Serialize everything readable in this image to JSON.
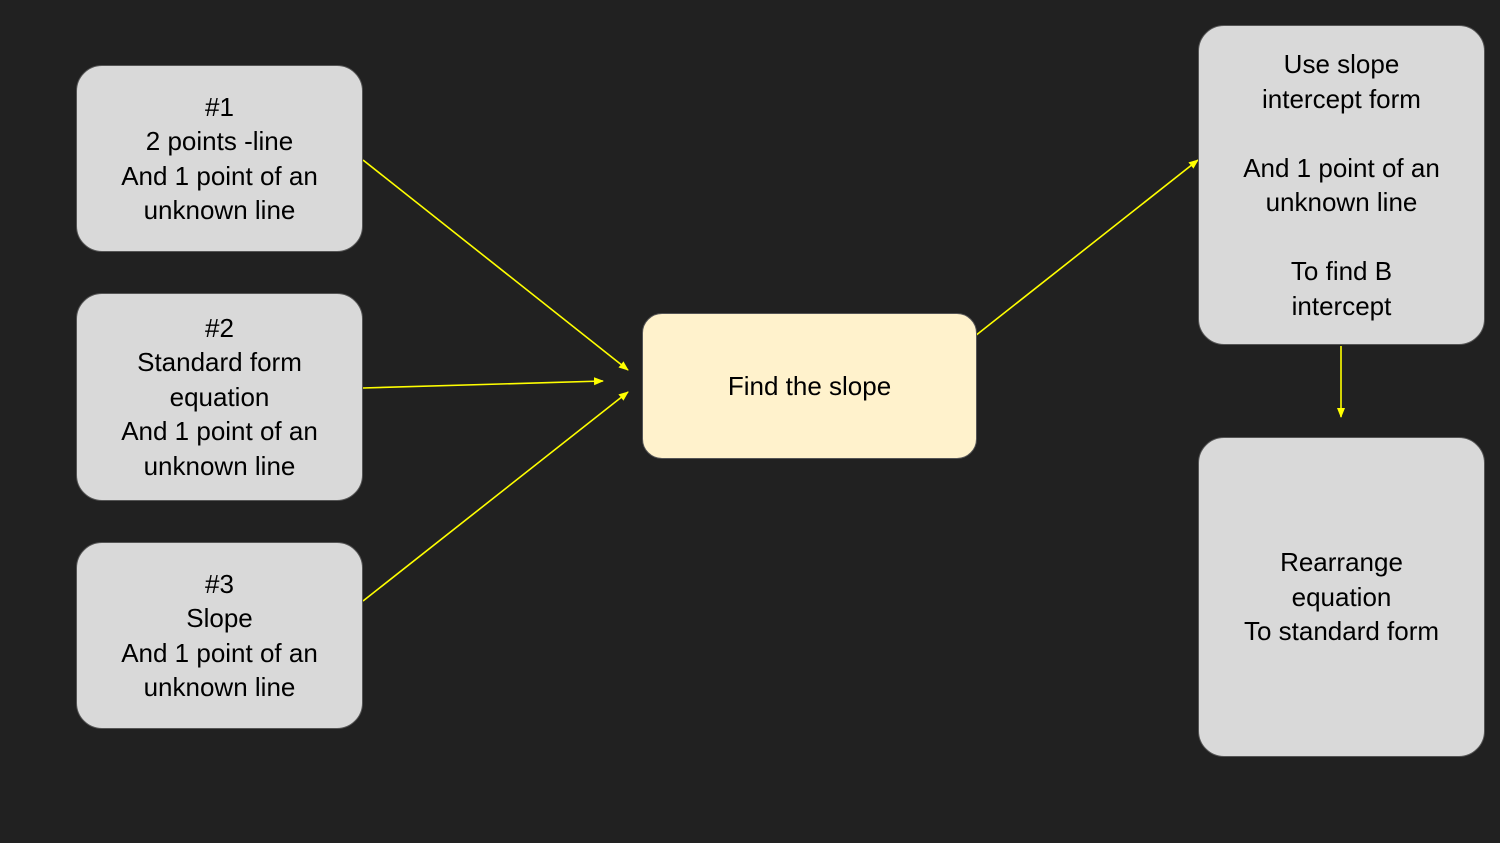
{
  "nodes": {
    "case1": "#1\n2 points -line\nAnd 1 point of an\nunknown line",
    "case2": "#2\nStandard form\nequation\nAnd 1 point of an\nunknown line",
    "case3": "#3\nSlope\nAnd 1 point of an\nunknown line",
    "find_slope": "Find the slope",
    "slope_intercept": "Use slope\nintercept form\n\nAnd 1 point of an\nunknown line\n\nTo find B\nintercept",
    "rearrange": "Rearrange\nequation\nTo standard form"
  },
  "colors": {
    "background": "#212121",
    "node": "#d9d9d9",
    "center_node": "#fff2cc",
    "arrow": "#ffff00"
  }
}
